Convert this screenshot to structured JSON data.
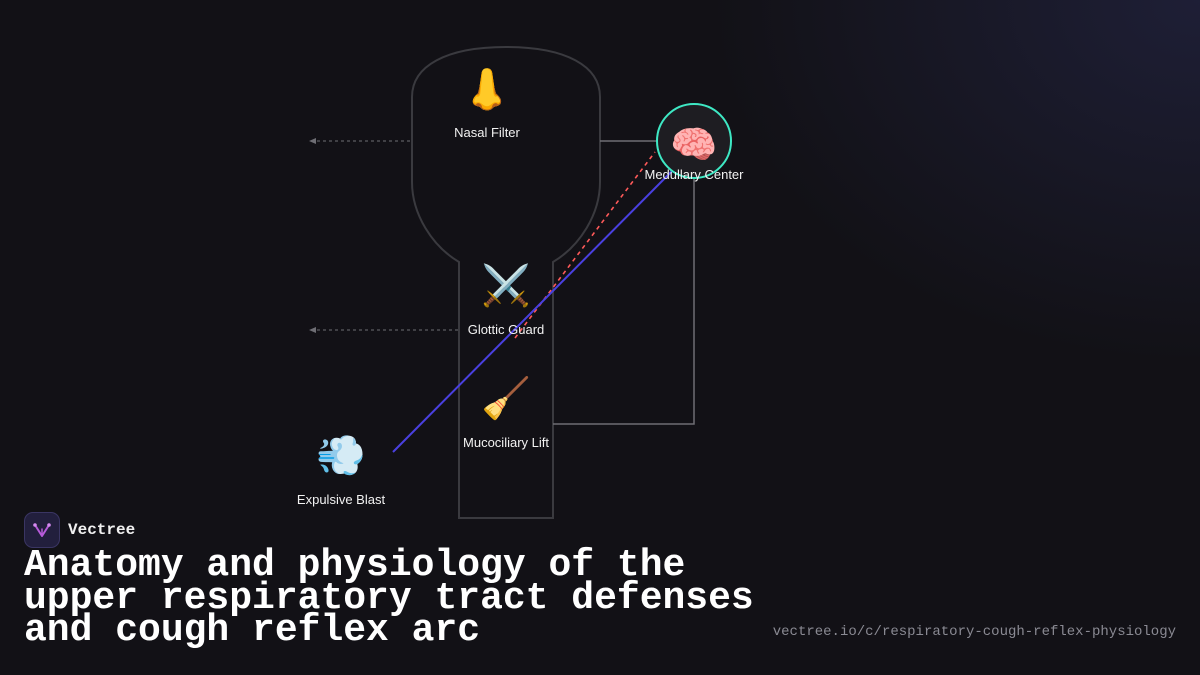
{
  "diagram": {
    "nodes": {
      "nasal": {
        "icon": "👃",
        "icon_name": "nose-icon",
        "label": "Nasal Filter"
      },
      "glottic": {
        "icon": "⚔️",
        "icon_name": "crossed-swords-icon",
        "label": "Glottic Guard"
      },
      "mucociliary": {
        "icon": "🧹",
        "icon_name": "broom-icon",
        "label": "Mucociliary Lift"
      },
      "expulsive": {
        "icon": "💨",
        "icon_name": "dash-icon",
        "label": "Expulsive Blast"
      },
      "medullary": {
        "icon": "🧠",
        "icon_name": "brain-icon",
        "label": "Medullary Center"
      }
    },
    "colors": {
      "background": "#121116",
      "airway_outline": "#3a3a3f",
      "connector": "#6e6e74",
      "efferent_line": "#4a40e0",
      "afferent_line": "#ff5a5a",
      "medullary_ring": "#3ee8c4"
    }
  },
  "brand": {
    "name": "Vectree",
    "logo_icon": "vectree-logo-icon",
    "accent": "#b65bd9"
  },
  "title": "Anatomy and physiology of the upper respiratory tract defenses and cough reflex arc",
  "url": "vectree.io/c/respiratory-cough-reflex-physiology"
}
